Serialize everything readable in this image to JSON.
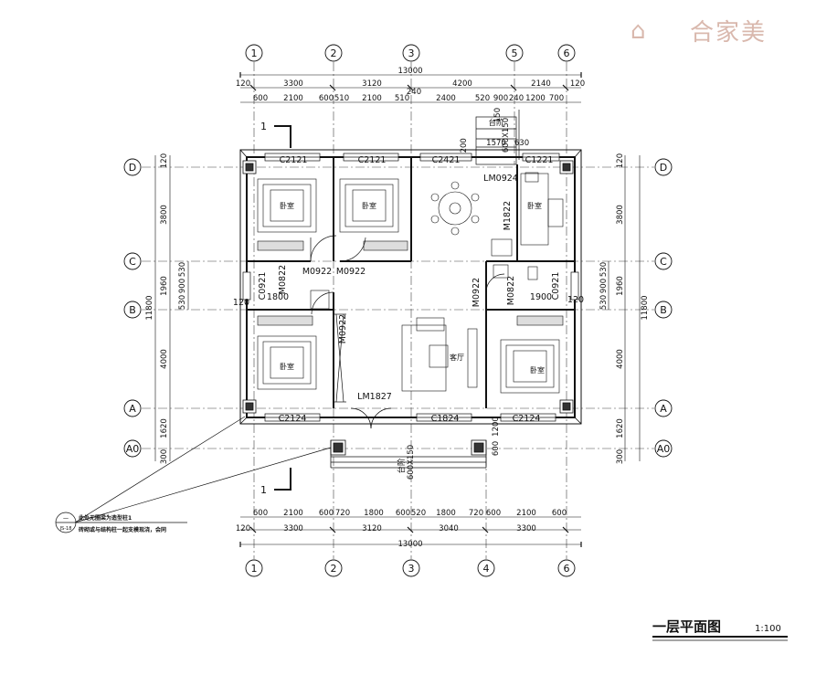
{
  "watermark": {
    "brand": "合家美",
    "logo_glyph": "⌂"
  },
  "grid": {
    "vertical": [
      "1",
      "2",
      "3",
      "5",
      "6"
    ],
    "vertical_bottom": [
      "1",
      "2",
      "3",
      "4",
      "6"
    ],
    "horizontal": [
      "D",
      "C",
      "B",
      "A",
      "A0"
    ]
  },
  "dims_top": {
    "total": "13000",
    "row2": [
      "120",
      "3300",
      "3120",
      "4200",
      "2140",
      "120"
    ],
    "row3": [
      "600",
      "2100",
      "600",
      "510",
      "2100",
      "510",
      "240",
      "2400",
      "520",
      "900",
      "240",
      "1200",
      "700"
    ],
    "extra": [
      "1570",
      "630",
      "1200",
      "150",
      "台阶",
      "600X150"
    ]
  },
  "dims_bottom": {
    "total": "13000",
    "row2": [
      "120",
      "3300",
      "3120",
      "3040",
      "3300"
    ],
    "row1": [
      "600",
      "2100",
      "600",
      "720",
      "1800",
      "600",
      "520",
      "1800",
      "720",
      "600",
      "2100",
      "600"
    ]
  },
  "dims_left": {
    "total": "11800",
    "segs": [
      "120",
      "3800",
      "1960",
      "4000",
      "1620",
      "300"
    ],
    "sub": [
      "530",
      "900",
      "530"
    ]
  },
  "dims_right": {
    "total": "11800",
    "segs": [
      "120",
      "3800",
      "1960",
      "4000",
      "1620",
      "300"
    ],
    "sub": [
      "530",
      "900",
      "530"
    ]
  },
  "openings": {
    "c2121_a": "C2121",
    "c2121_b": "C2121",
    "c2421": "C2421",
    "c1221": "C1221",
    "lm0924": "LM0924",
    "m1822": "M1822",
    "m0922_a": "M0922",
    "m0922_b": "M0922",
    "m0822_a": "M0822",
    "m0922_c": "M0922",
    "m0822_b": "M0822",
    "m0922_d": "M0922",
    "c0921_a": "C0921",
    "c0921_b": "C0921",
    "lm1827": "LM1827",
    "c2124_a": "C2124",
    "c1824": "C1824",
    "c2124_b": "C2124"
  },
  "rooms": [
    "卧室",
    "卧室",
    "卧室",
    "卧室",
    "客厅",
    "卧室"
  ],
  "local_dims": {
    "d1800": "1800",
    "d1900": "1900",
    "d120a": "120",
    "d120b": "120",
    "d1200": "1200",
    "d600": "600"
  },
  "steps_bottom": [
    "台阶",
    "600X150"
  ],
  "section": {
    "mark": "1"
  },
  "note": {
    "line1": "此处无圈梁为造型柱1",
    "line2": "砖砌或与结构柱一起支模现浇，会同",
    "bubble_top": "一",
    "bubble_bottom": "JS-18"
  },
  "title": {
    "main": "一层平面图",
    "scale": "1:100"
  }
}
